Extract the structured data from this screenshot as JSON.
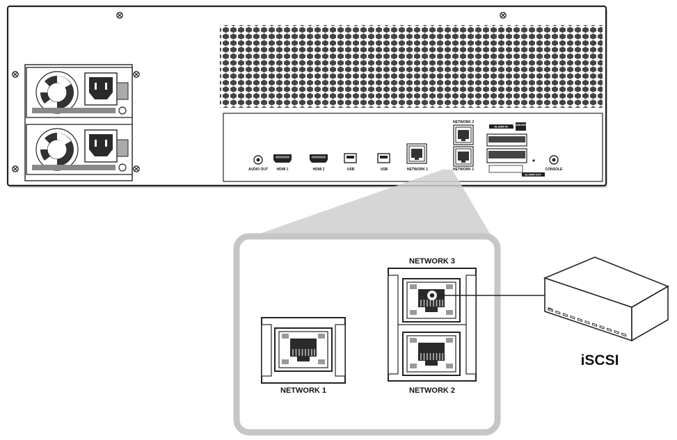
{
  "rear_panel": {
    "ports": {
      "audio_out": "AUDIO OUT",
      "hdmi1": "HDMI 1",
      "hdmi2": "HDMI 2",
      "usb1": "USB",
      "usb2": "USB",
      "network1": "NETWORK 1",
      "network2": "NETWORK 2",
      "network3": "NETWORK 3",
      "alarm_in": "ALARM IN",
      "alarm_reset": "ALARM RESET",
      "alarm_out": "ALARM OUT",
      "console": "CONSOLE"
    }
  },
  "zoom_panel": {
    "network1": "NETWORK 1",
    "network2": "NETWORK 2",
    "network3": "NETWORK 3"
  },
  "external_device": {
    "label": "iSCSI"
  }
}
